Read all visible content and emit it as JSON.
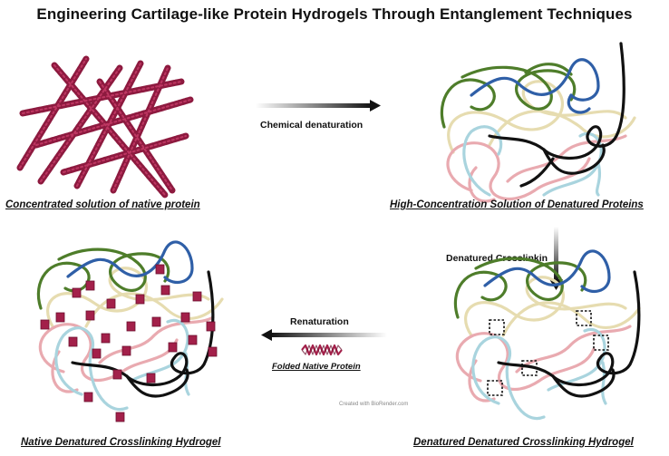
{
  "title": "Engineering Cartilage-like Protein Hydrogels Through Entanglement Techniques",
  "panels": {
    "native": {
      "caption": "Concentrated solution of native protein"
    },
    "denatured": {
      "caption": "High-Concentration Solution of Denatured Proteins"
    },
    "crosslinked": {
      "caption": "Denatured Denatured Crosslinking Hydrogel"
    },
    "renatured": {
      "caption": "Native Denatured Crosslinking Hydrogel"
    }
  },
  "arrows": {
    "denaturation": {
      "label": "Chemical denaturation"
    },
    "crosslinking": {
      "label": "Denatured Crosslinkin"
    },
    "renaturation": {
      "label": "Renaturation",
      "legend_label": "Folded Native Protein"
    }
  },
  "credit": "Created with BioRender.com",
  "colors": {
    "protein": "#a3204a",
    "green": "#4e7d2a",
    "blue": "#2f5fa7",
    "black": "#111111",
    "tan": "#e6dcb0",
    "pink": "#e9aab0",
    "lightblue": "#a9d4de"
  }
}
